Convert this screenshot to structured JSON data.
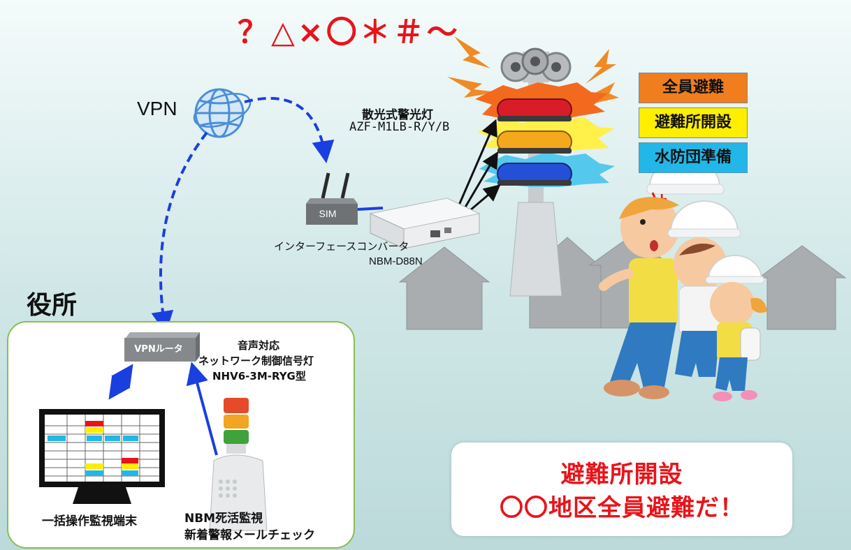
{
  "noise_text": "？△×〇＊＃～",
  "vpn_label": "VPN",
  "sim_label": "SIM",
  "router_label": "VPNルータ",
  "office_title": "役所",
  "converter": {
    "line1": "インターフェースコンバータ",
    "line2": "NBM-D88N"
  },
  "warning_light": {
    "line1": "散光式警光灯",
    "line2": "AZF-M1LB-R/Y/B"
  },
  "signal_light": {
    "line1": "音声対応",
    "line2": "ネットワーク制御信号灯",
    "line3": "NHV6-3M-RYG型"
  },
  "terminal_label": "一括操作監視端末",
  "monitor_label": {
    "line1": "NBM死活監視",
    "line2": "新着警報メールチェック"
  },
  "tags": [
    {
      "label": "全員避難",
      "color": "#f07d1e"
    },
    {
      "label": "避難所開設",
      "color": "#ffee00"
    },
    {
      "label": "水防団準備",
      "color": "#22b7e8"
    }
  ],
  "message": {
    "line1": "避難所開設",
    "line2": "〇〇地区全員避難だ！"
  },
  "colors": {
    "link_blue": "#1a3fe0",
    "alert_red": "#e8141a",
    "frame_green": "#8abd54"
  }
}
